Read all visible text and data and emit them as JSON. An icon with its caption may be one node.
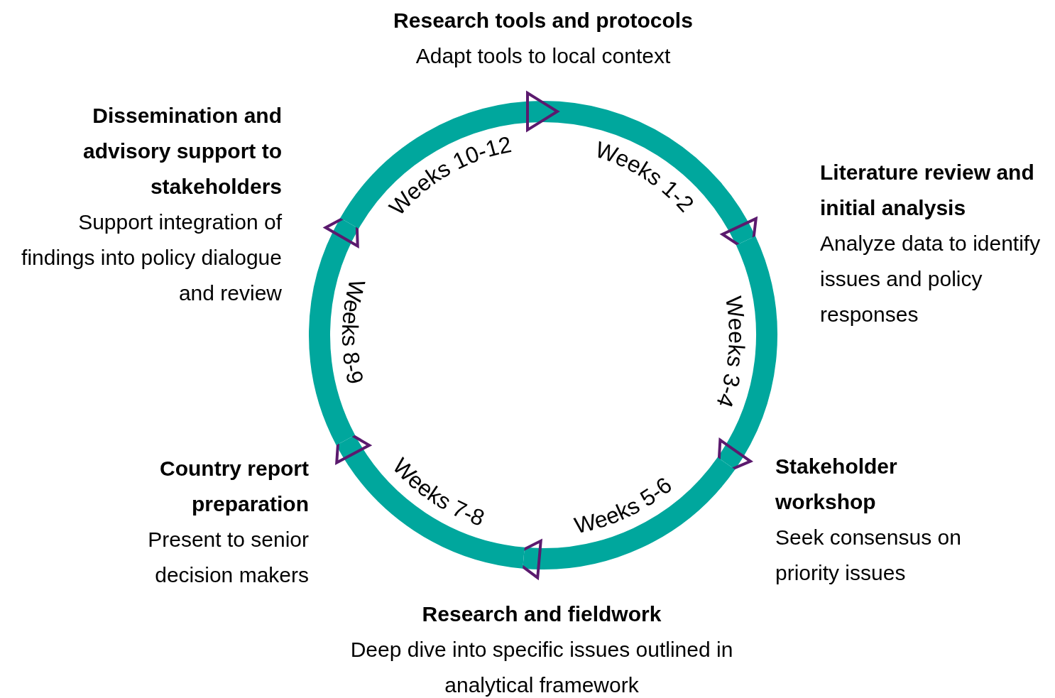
{
  "diagram": {
    "nodes": [
      {
        "text": [
          "Research tools and protocols",
          "Adapt tools to local context"
        ]
      },
      {
        "text": [
          "Literature review and initial analysis",
          "Analyze data to identify issues and policy responses"
        ]
      },
      {
        "text": [
          "Stakeholder workshop",
          "Seek consensus on priority issues"
        ]
      },
      {
        "text": [
          "Research and fieldwork",
          "Deep dive into specific issues outlined in analytical framework"
        ]
      },
      {
        "text": [
          "Country report preparation",
          "Present to senior decision makers"
        ]
      },
      {
        "text": [
          "Dissemination and advisory support to stakeholders",
          "Support integration of findings into policy dialogue and review"
        ]
      }
    ],
    "edges": [
      {
        "from": 0,
        "to": 1,
        "arrow": "to",
        "label": "Weeks 1-2"
      },
      {
        "from": 1,
        "to": 2,
        "arrow": "to",
        "label": "Weeks 3-4"
      },
      {
        "from": 2,
        "to": 3,
        "arrow": "to",
        "label": "Weeks 5-6"
      },
      {
        "from": 3,
        "to": 4,
        "arrow": "to",
        "label": "Weeks 7-8"
      },
      {
        "from": 4,
        "to": 5,
        "arrow": "to",
        "label": "Weeks 8-9"
      },
      {
        "from": 5,
        "to": 0,
        "arrow": "to",
        "label": "Weeks 10-12"
      }
    ]
  }
}
